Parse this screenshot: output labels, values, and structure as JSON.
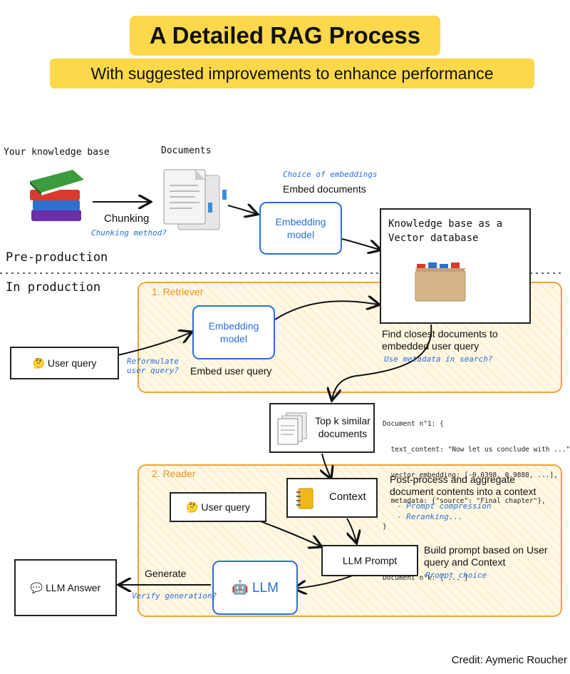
{
  "header": {
    "title": "A Detailed RAG Process",
    "subtitle": "With suggested improvements to enhance performance"
  },
  "preproduction": {
    "section_label": "Pre-production",
    "knowledge_base_label": "Your knowledge base",
    "documents_label": "Documents",
    "chunking_label": "Chunking",
    "chunking_note": "Chunking method?",
    "embeddings_note": "Choice of embeddings",
    "embed_documents_label": "Embed documents",
    "embedding_model": "Embedding model",
    "vector_db_title": "Knowledge base as a Vector database"
  },
  "production": {
    "section_label": "In production",
    "retriever": {
      "label": "1. Retriever",
      "embedding_model": "Embedding model",
      "embed_user_query": "Embed user query",
      "reformulate_note": "Reformulate user query?",
      "find_closest": "Find closest documents to embedded user query",
      "metadata_note": "Use metadata in search?"
    },
    "user_query": "🤔 User query",
    "top_k": "Top k similar documents",
    "doc_sample": {
      "line1": "Document n°1: {",
      "line2": "  text_content: \"Now let us conclude with ...\",",
      "line3": "  vector_embedding: [-0.0398, 0.9888, ...],",
      "line4": "  metadata: {\"source\": \"Final chapter\"},",
      "line5": "}",
      "line6": "...",
      "line7": "Document n°k: { ... }"
    },
    "reader": {
      "label": "2. Reader",
      "context": "Context",
      "postprocess": "Post-process and aggregate document contents into a context",
      "compression_note": "- Prompt compression",
      "reranking_note": "- Reranking...",
      "user_query": "🤔 User query",
      "llm_prompt": "LLM Prompt",
      "build_prompt": "Build prompt based on User query and Context",
      "prompt_choice_note": "Prompt choice",
      "llm": "🤖 LLM",
      "generate_label": "Generate",
      "verify_note": "Verify generation?",
      "llm_answer": "💬 LLM Answer"
    }
  },
  "credit": "Credit: Aymeric Roucher",
  "colors": {
    "highlight": "#fcd84a",
    "accent_blue": "#2b6fd6",
    "zone_border": "#f0a23a"
  },
  "icons": [
    "books-icon",
    "documents-icon",
    "file-cabinet-icon",
    "notebook-icon",
    "robot-icon",
    "speech-bubble-icon",
    "thinking-face-icon"
  ]
}
